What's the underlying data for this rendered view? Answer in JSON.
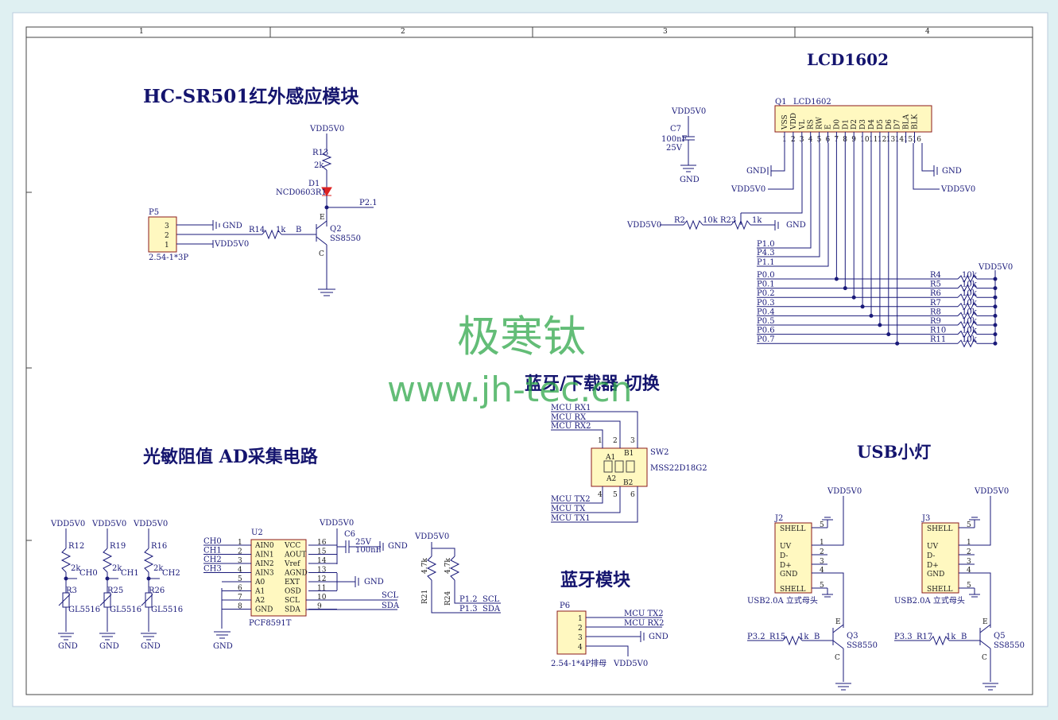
{
  "colors": {
    "wire": "#1a1a7a",
    "power": "#8b1a1a",
    "title": "#14146e",
    "watermark": "#2fa84a",
    "frame": "#444444"
  },
  "frame": {
    "zones": [
      "1",
      "2",
      "3",
      "4"
    ]
  },
  "titles": {
    "hcsr501": "HC-SR501红外感应模块",
    "lcd": "LCD1602",
    "bt_switch": "蓝牙/下载器 切换",
    "photo": "光敏阻值 AD采集电路",
    "usb_lamp": "USB小灯",
    "bluetooth": "蓝牙模块"
  },
  "watermark": {
    "line1": "极寒钛",
    "line2": "www.jh-tec.cn"
  },
  "hcsr501": {
    "vdd": "VDD5V0",
    "r13": "R13",
    "r13v": "2k",
    "d1": "D1",
    "d1v": "NCD0603R1",
    "p21": "P2.1",
    "q2": "Q2",
    "q2v": "SS8550",
    "r14": "R14",
    "r14v": "1k",
    "b": "B",
    "e": "E",
    "c": "C",
    "p5": "P5",
    "p5pins": [
      "3",
      "2",
      "1"
    ],
    "p5fp": "2.54-1*3P",
    "gnd": "GND",
    "vdd2": "VDD5V0"
  },
  "lcd": {
    "q1": "Q1",
    "name": "LCD1602",
    "pins": [
      "VSS",
      "VDD",
      "VL",
      "RS",
      "RW",
      "E",
      "D0",
      "D1",
      "D2",
      "D3",
      "D4",
      "D5",
      "D6",
      "D7",
      "BLA",
      "BLK"
    ],
    "nums": [
      "1",
      "2",
      "3",
      "4",
      "5",
      "6",
      "7",
      "8",
      "9",
      "10",
      "11",
      "12",
      "13",
      "14",
      "15",
      "16"
    ],
    "c7": "C7",
    "c7v1": "100nF",
    "c7v2": "25V",
    "vdd": "VDD5V0",
    "gnd": "GND",
    "r2": "R2",
    "r2v": "10k",
    "r23": "R23",
    "r23v": "1k",
    "nets": [
      "P1.0",
      "P4.3",
      "P1.1"
    ],
    "bus": [
      "P0.0",
      "P0.1",
      "P0.2",
      "P0.3",
      "P0.4",
      "P0.5",
      "P0.6",
      "P0.7"
    ],
    "rnames": [
      "R4",
      "R5",
      "R6",
      "R7",
      "R8",
      "R9",
      "R10",
      "R11"
    ],
    "rval": "10k"
  },
  "bt_switch": {
    "rx": [
      "MCU RX1",
      "MCU RX",
      "MCU RX2"
    ],
    "tx": [
      "MCU TX2",
      "MCU TX",
      "MCU TX1"
    ],
    "sw": "SW2",
    "swv": "MSS22D18G2",
    "top": [
      "1",
      "2",
      "3"
    ],
    "bot": [
      "4",
      "5",
      "6"
    ],
    "a1": "A1",
    "b1": "B1",
    "a2": "A2",
    "b2": "B2"
  },
  "photo": {
    "vdd": "VDD5V0",
    "gnd": "GND",
    "ch": [
      {
        "r": "R12",
        "rv": "2k",
        "ch": "CH0",
        "p": "R3",
        "pv": "GL5516"
      },
      {
        "r": "R19",
        "rv": "2k",
        "ch": "CH1",
        "p": "R25",
        "pv": "GL5516"
      },
      {
        "r": "R16",
        "rv": "2k",
        "ch": "CH2",
        "p": "R26",
        "pv": "GL5516"
      }
    ],
    "u2": "U2",
    "u2v": "PCF8591T",
    "inputs": [
      "CH0",
      "CH1",
      "CH2",
      "CH3"
    ],
    "lpins": [
      "AIN0",
      "AIN1",
      "AIN2",
      "AIN3",
      "A0",
      "A1",
      "A2",
      "GND"
    ],
    "lnums": [
      "1",
      "2",
      "3",
      "4",
      "5",
      "6",
      "7",
      "8"
    ],
    "rpins": [
      "VCC",
      "AOUT",
      "Vref",
      "AGND",
      "EXT",
      "OSD",
      "SCL",
      "SDA"
    ],
    "rnums": [
      "16",
      "15",
      "14",
      "13",
      "12",
      "11",
      "10",
      "9"
    ],
    "c6": "C6",
    "c6v1": "25V",
    "c6v2": "100nF",
    "scl": "SCL",
    "sda": "SDA",
    "r21": "R21",
    "r21v": "4.7k",
    "r24": "R24",
    "r24v": "4.7k",
    "p12": "P1.2",
    "p13": "P1.3"
  },
  "usb": {
    "vdd": "VDD5V0",
    "pins": [
      "SHELL",
      "UV",
      "D-",
      "D+",
      "GND",
      "SHELL"
    ],
    "nums": [
      "5",
      "1",
      "2",
      "3",
      "4",
      "5"
    ],
    "units": [
      {
        "j": "J2",
        "fp": "USB2.0A 立式母头",
        "p": "P3.2",
        "r": "R15",
        "rv": "1k",
        "q": "Q3",
        "qv": "SS8550"
      },
      {
        "j": "J3",
        "fp": "USB2.0A 立式母头",
        "p": "P3.3",
        "r": "R17",
        "rv": "1k",
        "q": "Q5",
        "qv": "SS8550"
      }
    ],
    "b": "B",
    "e": "E",
    "c": "C"
  },
  "bluetooth": {
    "p6": "P6",
    "pins": [
      "1",
      "2",
      "3",
      "4"
    ],
    "nets": [
      "MCU TX2",
      "MCU RX2"
    ],
    "gnd": "GND",
    "vdd": "VDD5V0",
    "fp": "2.54-1*4P排母"
  }
}
